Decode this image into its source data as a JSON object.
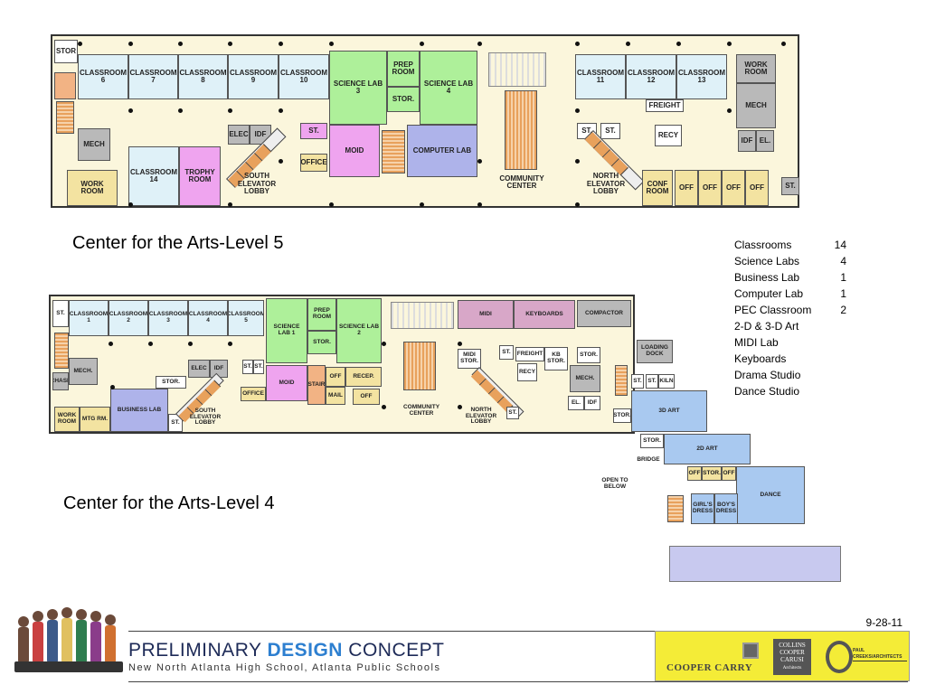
{
  "level5": {
    "caption": "Center for the Arts-Level 5",
    "rooms": {
      "stor": "STOR",
      "c6": "CLASSROOM 6",
      "c7": "CLASSROOM 7",
      "c8": "CLASSROOM 8",
      "c9": "CLASSROOM 9",
      "c10": "CLASSROOM 10",
      "sci3": "SCIENCE LAB 3",
      "prep": "PREP ROOM",
      "sci4": "SCIENCE LAB 4",
      "stor2": "STOR.",
      "c11": "CLASSROOM 11",
      "c12": "CLASSROOM 12",
      "c13": "CLASSROOM 13",
      "work_r": "WORK ROOM",
      "mech_l": "MECH",
      "mech_r": "MECH",
      "work_l": "WORK ROOM",
      "c14": "CLASSROOM 14",
      "trophy": "TROPHY ROOM",
      "elec": "ELEC",
      "idf": "IDF",
      "south_lobby": "SOUTH ELEVATOR LOBBY",
      "st1": "ST.",
      "office": "OFFICE",
      "moid": "MOID",
      "computer": "COMPUTER LAB",
      "community": "COMMUNITY CENTER",
      "freight": "FREIGHT",
      "recy": "RECY",
      "st2": "ST.",
      "st3": "ST.",
      "north_lobby": "NORTH ELEVATOR LOBBY",
      "conf": "CONF ROOM",
      "off1": "OFF",
      "off2": "OFF",
      "off3": "OFF",
      "off4": "OFF",
      "idf2": "IDF",
      "el": "EL.",
      "st4": "ST."
    }
  },
  "level4": {
    "caption": "Center for the Arts-Level 4",
    "rooms": {
      "st": "ST.",
      "c1": "CLASSROOM 1",
      "c2": "CLASSROOM 2",
      "c3": "CLASSROOM 3",
      "c4": "CLASSROOM 4",
      "c5": "CLASSROOM 5",
      "sci1": "SCIENCE LAB 1",
      "prep": "PREP ROOM",
      "sci2": "SCIENCE LAB 2",
      "stor": "STOR.",
      "midi": "MIDI",
      "keyboards": "KEYBOARDS",
      "compactor": "COMPACTOR",
      "mech": "MECH.",
      "chase": "CHASE",
      "work": "WORK ROOM",
      "mtg": "MTG RM.",
      "business": "BUSINESS LAB",
      "st_b": "ST.",
      "elec": "ELEC",
      "idf": "IDF",
      "stor2": "STOR.",
      "south_lobby": "SOUTH ELEVATOR LOBBY",
      "st1": "ST.",
      "st2": "ST.",
      "office": "OFFICE",
      "moid": "MOID",
      "stair": "STAIR",
      "mail": "MAIL",
      "off1": "OFF",
      "recep": "RECEP.",
      "off2": "OFF",
      "community": "COMMUNITY CENTER",
      "midi_stor": "MIDI STOR.",
      "st3": "ST.",
      "freight": "FREIGHT",
      "kb_stor": "KB STOR.",
      "stor3": "STOR.",
      "recy": "RECY",
      "st4": "ST.",
      "mech2": "MECH.",
      "north_lobby": "NORTH ELEVATOR LOBBY",
      "st5": "ST.",
      "el": "EL.",
      "idf2": "IDF",
      "loading": "LOADING DOCK",
      "st6": "ST.",
      "st7": "ST.",
      "kiln": "KILN",
      "art3d": "3D ART",
      "stor4": "STOR.",
      "stor5": "STOR.",
      "art2d": "2D ART",
      "bridge": "BRIDGE",
      "open": "OPEN TO BELOW",
      "off3": "OFF",
      "stor6": "STOR.",
      "off4": "OFF",
      "dance": "DANCE",
      "girls": "GIRL'S DRESS",
      "boys": "BOY'S DRESS"
    }
  },
  "legend": [
    {
      "label": "Classrooms",
      "value": "14"
    },
    {
      "label": "Science Labs",
      "value": "4"
    },
    {
      "label": "Business Lab",
      "value": "1"
    },
    {
      "label": "Computer Lab",
      "value": "1"
    },
    {
      "label": "PEC Classroom",
      "value": "2"
    },
    {
      "label": "2-D & 3-D Art",
      "value": ""
    },
    {
      "label": "MIDI Lab",
      "value": ""
    },
    {
      "label": "Keyboards",
      "value": ""
    },
    {
      "label": "Drama Studio",
      "value": ""
    },
    {
      "label": "Dance Studio",
      "value": ""
    }
  ],
  "date": "9-28-11",
  "footer": {
    "title_a": "PRELIMINARY ",
    "title_b": "DESIGN",
    "title_c": " CONCEPT",
    "subtitle": "New North Atlanta High School, Atlanta Public Schools",
    "logos": {
      "cooper": "COOPER CARRY",
      "ccc": "COLLINS COOPER CARUSI",
      "ccc_sub": "Architects",
      "paul": "PAUL CREEKS/ARCHITECTS"
    }
  },
  "colors": {
    "classroom": "#dff1f8",
    "science": "#aef09a",
    "special": "#efa4ef",
    "lab": "#aeb3ea",
    "service": "#b9b9b9",
    "stairs": "#f2b384",
    "corridor": "#fbf6dc",
    "arts": "#a9c9f0",
    "midi": "#d8a7c8",
    "logo_bg": "#f4ec37",
    "title": "#1d2a57",
    "accent": "#2d7fd0"
  }
}
